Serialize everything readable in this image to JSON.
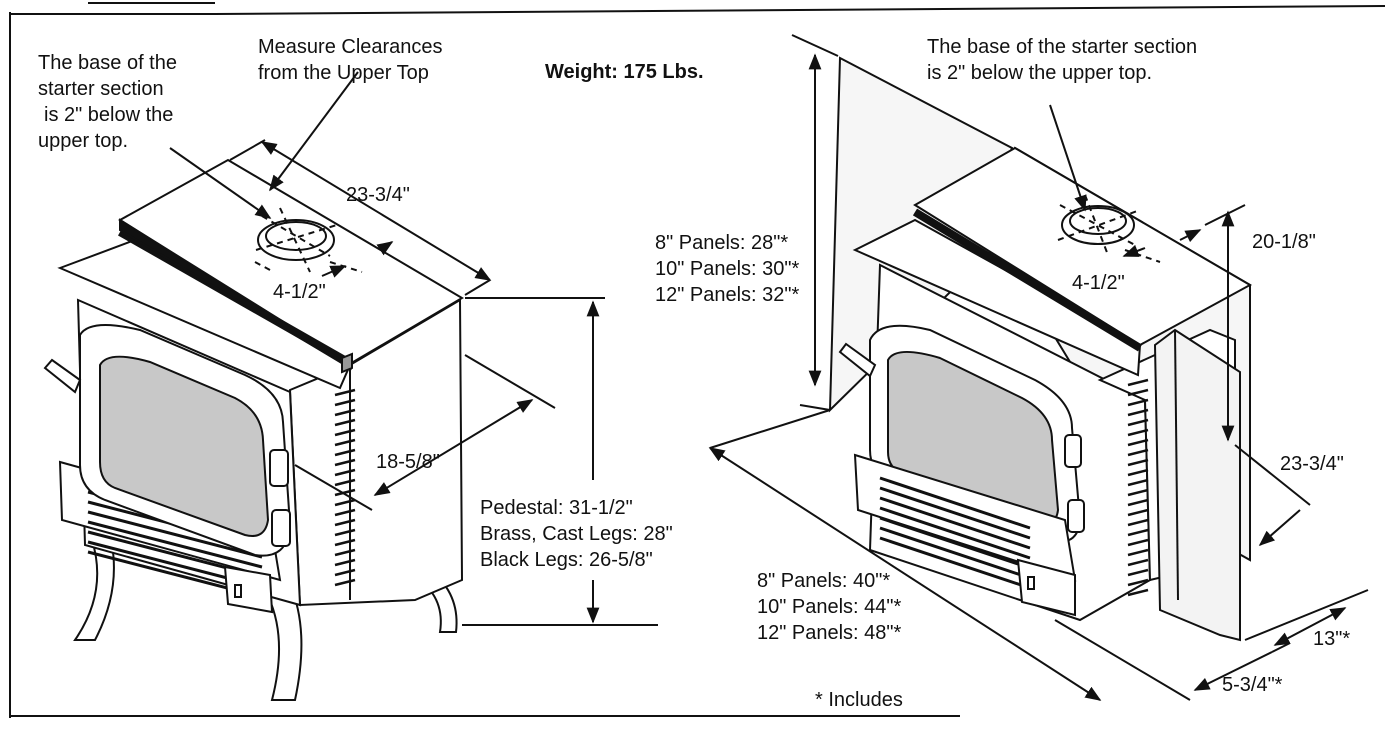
{
  "left_view": {
    "starter_base_note": "The base of the starter section is 2\" below the upper top.",
    "starter_base_lines": [
      "The base of the",
      "starter section",
      "is 2\" below the",
      "upper top."
    ],
    "measure_note_lines": [
      "Measure Clearances",
      "from the Upper Top"
    ],
    "weight": "Weight: 175 Lbs.",
    "dim_width": "23-3/4\"",
    "dim_flue": "4-1/2\"",
    "dim_depth": "18-5/8\"",
    "height_options": [
      "Pedestal: 31-1/2\"",
      "Brass, Cast Legs: 28\"",
      "Black Legs: 26-5/8\""
    ]
  },
  "right_view": {
    "starter_base_lines": [
      "The base of the starter section",
      "is 2\" below the upper top."
    ],
    "panel_heights": [
      "8\" Panels: 28\"*",
      "10\" Panels: 30\"*",
      "12\" Panels: 32\"*"
    ],
    "dim_top": "20-1/8\"",
    "dim_flue": "4-1/2\"",
    "dim_side": "23-3/4\"",
    "panel_widths": [
      "8\" Panels: 40\"*",
      "10\" Panels: 44\"*",
      "12\" Panels: 48\"*"
    ],
    "dim_depth_a": "13\"*",
    "dim_depth_b": "5-3/4\"*",
    "footnote": "* Includes"
  },
  "colors": {
    "ink": "#111111",
    "window": "#c8c8c8",
    "panel": "#f3f3f3"
  }
}
